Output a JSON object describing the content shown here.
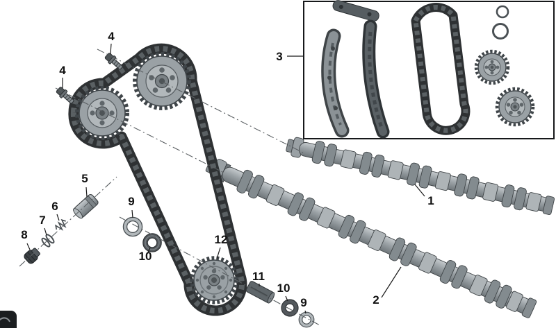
{
  "diagram": {
    "callouts": {
      "camshaft_1": {
        "text": "1"
      },
      "camshaft_2": {
        "text": "2"
      },
      "chain_kit": {
        "text": "3"
      },
      "bolt_upper": {
        "text": "4"
      },
      "bolt_lower": {
        "text": "4"
      },
      "piston": {
        "text": "5"
      },
      "spring": {
        "text": "6"
      },
      "rings": {
        "text": "7"
      },
      "cap": {
        "text": "8"
      },
      "washer_upper": {
        "text": "9"
      },
      "seal_upper": {
        "text": "10"
      },
      "sprocket_12": {
        "text": "12"
      },
      "sleeve_11": {
        "text": "11"
      },
      "seal_lower": {
        "text": "10"
      },
      "washer_lower": {
        "text": "9"
      }
    },
    "colors": {
      "background": "#ffffff",
      "outline": "#3f4447",
      "metal_light": "#b2b8bb",
      "metal_mid": "#9aa1a5",
      "metal_dark": "#4a5054",
      "chain": "#2e3133"
    }
  }
}
